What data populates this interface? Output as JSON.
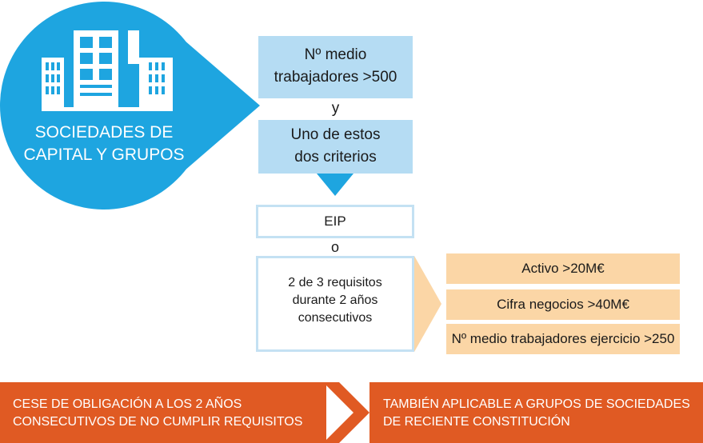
{
  "header": {
    "category_line1": "SOCIEDADES DE",
    "category_line2": "CAPITAL Y GRUPOS",
    "icon": "buildings-icon"
  },
  "flow": {
    "box1_line1": "Nº medio",
    "box1_line2": "trabajadores >500",
    "connector_y": "y",
    "box2_line1": "Uno de estos",
    "box2_line2": "dos criterios",
    "eip": "EIP",
    "connector_o": "o",
    "box3_line1": "2 de 3 requisitos",
    "box3_line2": "durante 2 años",
    "box3_line3": "consecutivos"
  },
  "criteria": [
    "Activo >20M€",
    "Cifra negocios >40M€",
    "Nº medio trabajadores ejercicio >250"
  ],
  "footer": {
    "left_line1": "CESE DE OBLIGACIÓN A LOS 2 AÑOS",
    "left_line2": "CONSECUTIVOS DE NO CUMPLIR REQUISITOS",
    "right_line1": "TAMBIÉN APLICABLE A GRUPOS DE SOCIEDADES",
    "right_line2": "DE RECIENTE CONSTITUCIÓN"
  },
  "colors": {
    "circle_blue": "#1ea5e0",
    "light_blue": "#b5dcf3",
    "orange": "#e05a23",
    "peach": "#fbd6a6"
  }
}
